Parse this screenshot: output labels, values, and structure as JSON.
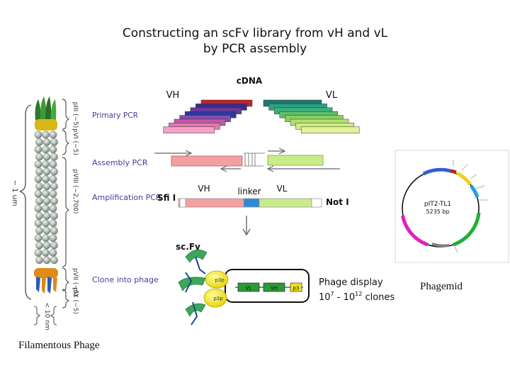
{
  "title": {
    "line1": "Constructing an scFv library from vH and vL",
    "line2": "by PCR assembly"
  },
  "steps": {
    "primary": "Primary PCR",
    "assembly": "Assembly PCR",
    "amplification": "Amplification PCR",
    "clone": "Clone into phage"
  },
  "labels": {
    "cdna": "cDNA",
    "vh_top": "VH",
    "vl_top": "VL",
    "vh_mid": "VH",
    "linker": "linker",
    "vl_mid": "VL",
    "sfi": "Sfi I",
    "not": "Not I",
    "scfv": "sc.Fv",
    "phage_display": "Phage display",
    "clones_prefix": "10",
    "clones_exp1": "7",
    "clones_mid": " - 10",
    "clones_exp2": "12",
    "clones_suffix": " clones"
  },
  "phage": {
    "proteins": [
      "pIII (~5)",
      "pVI (~5)",
      "pVIII (~2,700)",
      "pVII (~5)",
      "pIX (~5)"
    ],
    "length": "~ 1 um",
    "width": "< 10 nm",
    "caption": "Filamentous Phage"
  },
  "plasmid": {
    "name": "pIT2-TL1",
    "size": "5235 bp",
    "caption": "Phagemid"
  },
  "phagemid_genes": [
    "VL",
    "VH",
    "p3"
  ],
  "protein_label": "p3p",
  "colors": {
    "vh_strands": [
      "#c0242a",
      "#3a2c8a",
      "#6a3a9a",
      "#2c3aa0",
      "#8a4ab0",
      "#c05aa0",
      "#e07ab0",
      "#f3a3c5"
    ],
    "vl_strands": [
      "#1f7a6a",
      "#2aa08a",
      "#3ab07a",
      "#5ac06a",
      "#8ad05a",
      "#b0e070",
      "#d0ec80",
      "#e6f09a"
    ],
    "vh_fragment": "#f2a0a0",
    "vl_fragment": "#c8ec8a",
    "linker": "#2d8ad6",
    "phage_head": "#2f7a2a",
    "phage_body": "#b8c4bc",
    "phage_tail": "#e08a1a",
    "plasmid_magenta": "#e020c0",
    "plasmid_green": "#20b030"
  }
}
